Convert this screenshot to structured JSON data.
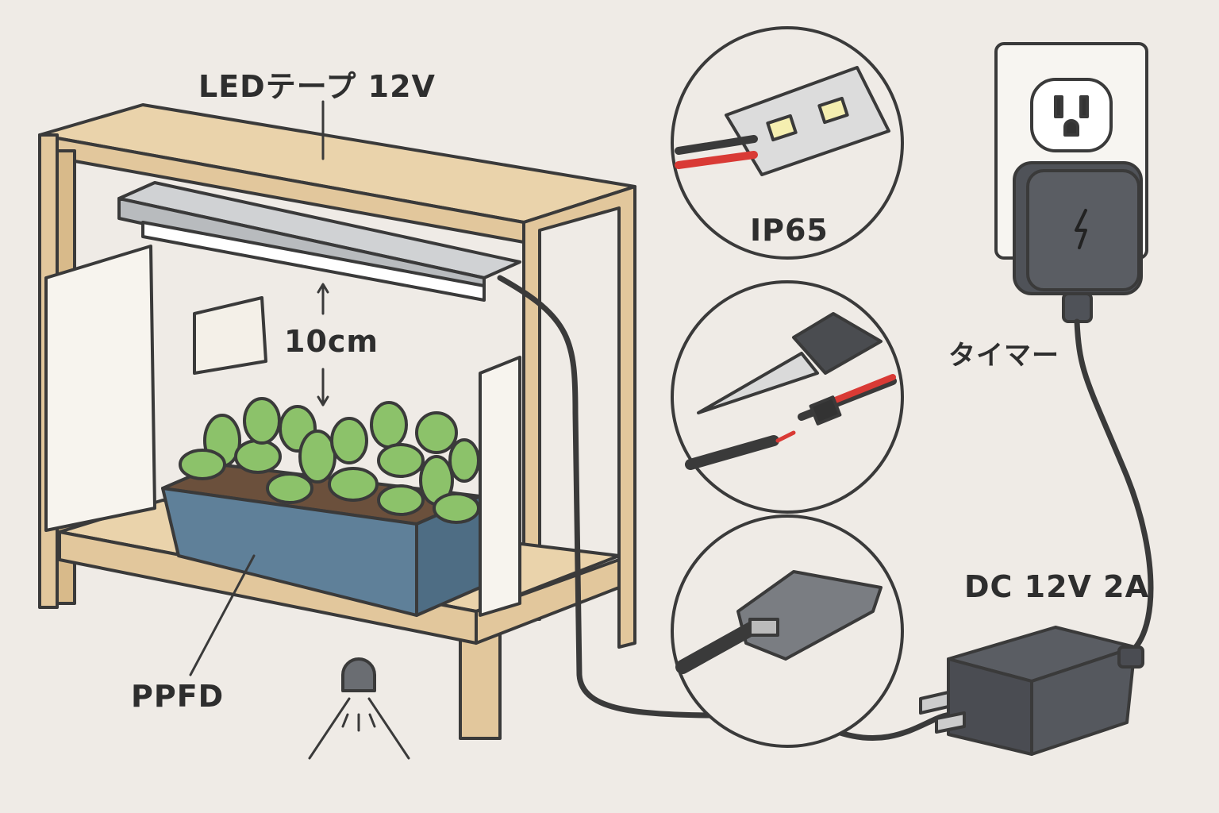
{
  "labels": {
    "led_tape": "LEDテープ 12V",
    "distance": "10cm",
    "waterproof": "IP65",
    "timer": "タイマー",
    "power_supply": "DC 12V 2A",
    "ppfd": "PPFD"
  },
  "colors": {
    "background": "#efebe6",
    "wood": "#e2c79c",
    "outline": "#3a3a3a",
    "tray": "#5f8099",
    "leaf": "#8cc26a",
    "soil": "#7a5a45",
    "adapter": "#4f5258",
    "wire_red": "#d93a35"
  }
}
